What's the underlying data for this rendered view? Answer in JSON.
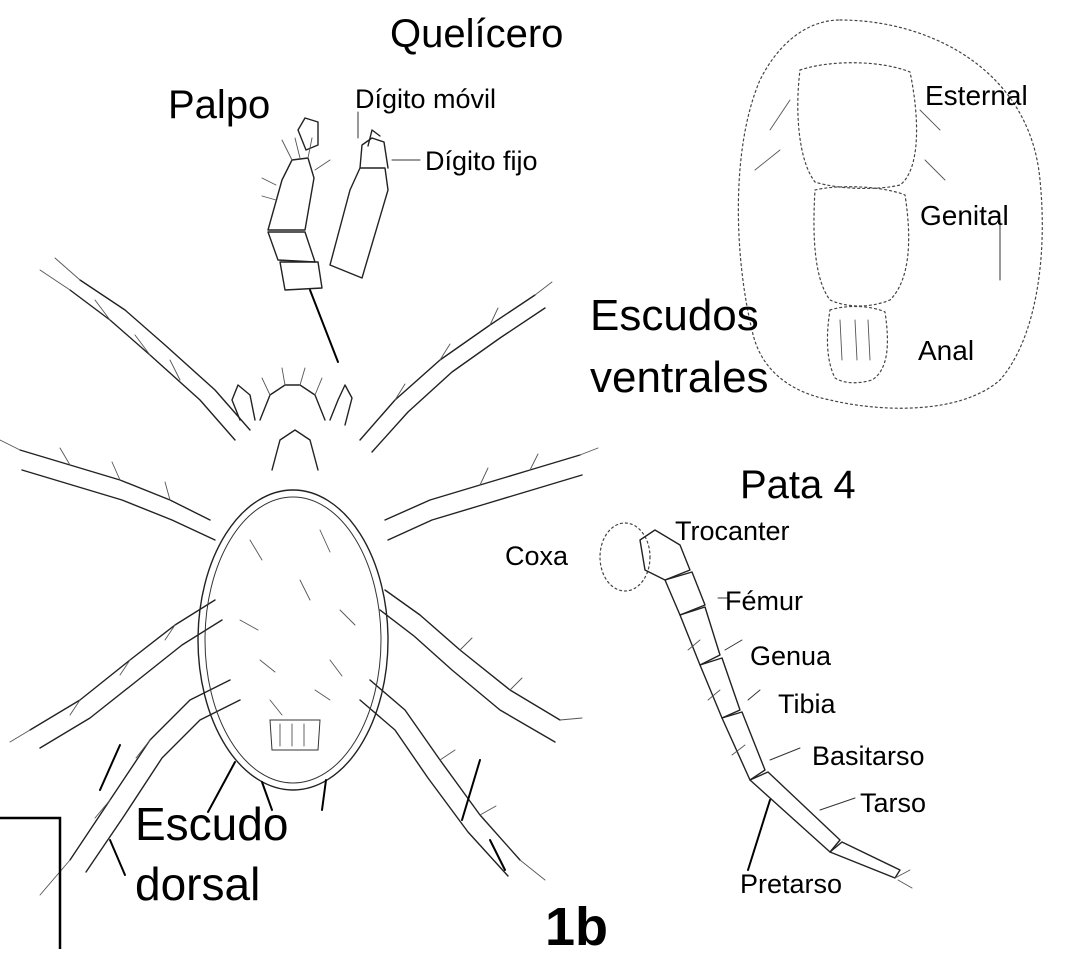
{
  "figure_label": "1b",
  "labels": {
    "queliceros_title": "Quelícero",
    "palpo": "Palpo",
    "digito_movil": "Dígito móvil",
    "digito_fijo": "Dígito fijo",
    "esternal": "Esternal",
    "genital": "Genital",
    "escudos_ventrales_line1": "Escudos",
    "escudos_ventrales_line2": "ventrales",
    "anal": "Anal",
    "pata4": "Pata 4",
    "coxa": "Coxa",
    "trocanter": "Trocanter",
    "femur": "Fémur",
    "genua": "Genua",
    "tibia": "Tibia",
    "basitarso": "Basitarso",
    "tarso": "Tarso",
    "pretarso": "Pretarso",
    "escudo_dorsal_line1": "Escudo",
    "escudo_dorsal_line2": "dorsal"
  },
  "colors": {
    "ink": "#000000",
    "background": "#ffffff"
  }
}
